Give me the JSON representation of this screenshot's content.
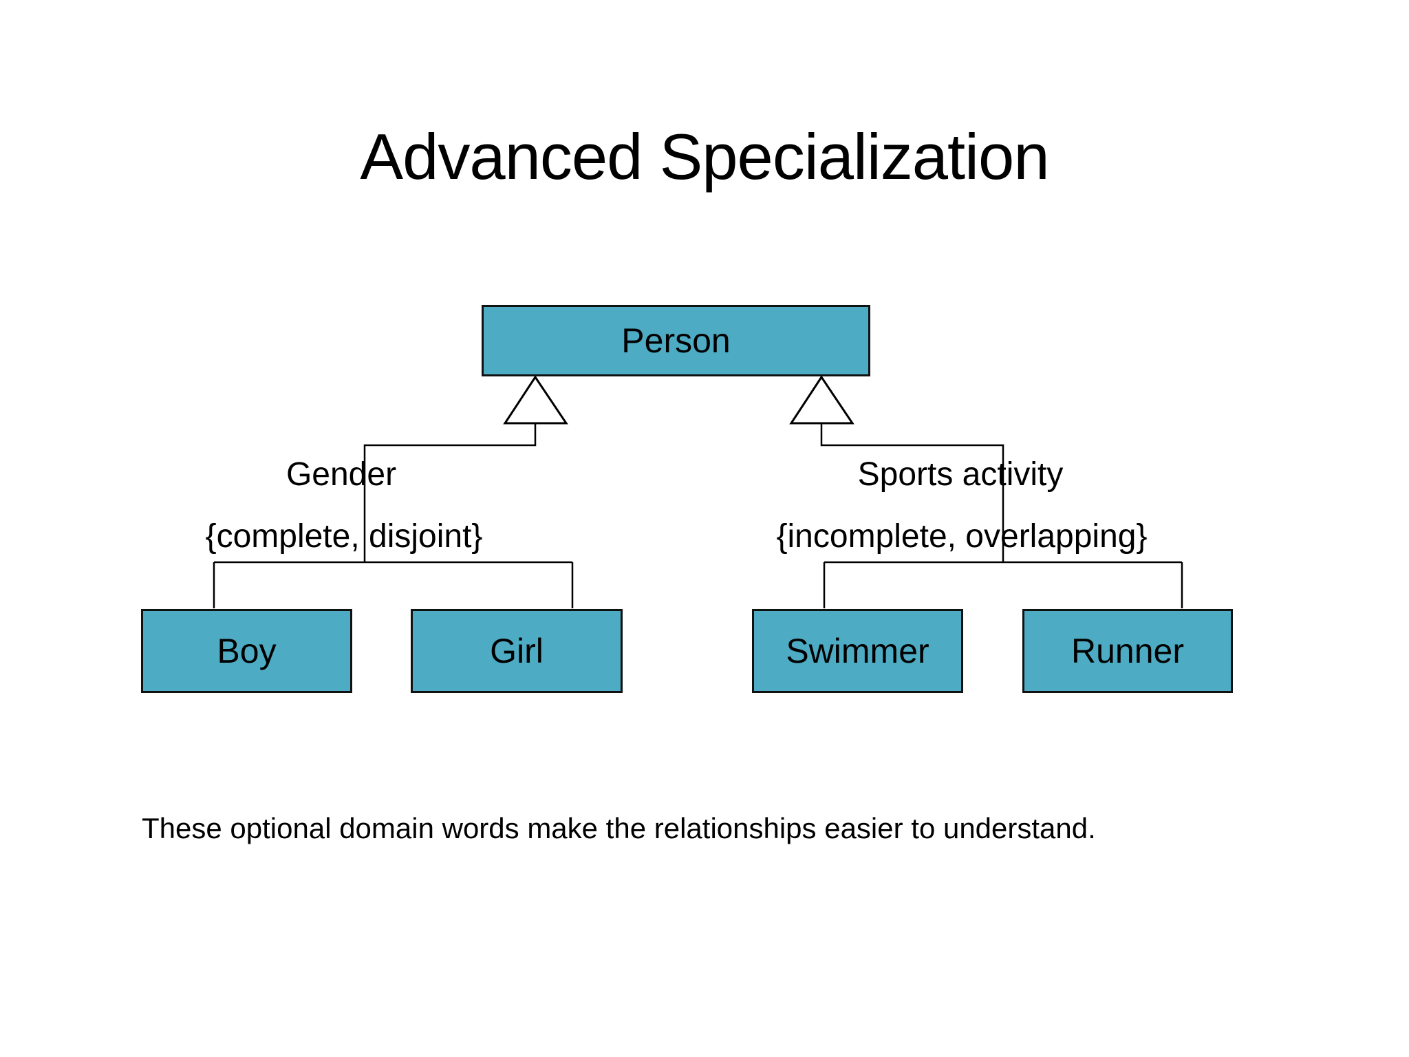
{
  "slide": {
    "title": "Advanced Specialization",
    "caption": "These optional domain words make the relationships easier to understand."
  },
  "diagram": {
    "type": "uml-class-generalization",
    "parent": {
      "label": "Person"
    },
    "groups": [
      {
        "name": "Gender",
        "constraint": "{complete, disjoint}",
        "children": [
          {
            "label": "Boy"
          },
          {
            "label": "Girl"
          }
        ]
      },
      {
        "name": "Sports activity",
        "constraint": "{incomplete, overlapping}",
        "children": [
          {
            "label": "Swimmer"
          },
          {
            "label": "Runner"
          }
        ]
      }
    ],
    "colors": {
      "box_fill": "#4DACC4",
      "box_border": "#111111",
      "line": "#000000",
      "text": "#000000"
    }
  }
}
